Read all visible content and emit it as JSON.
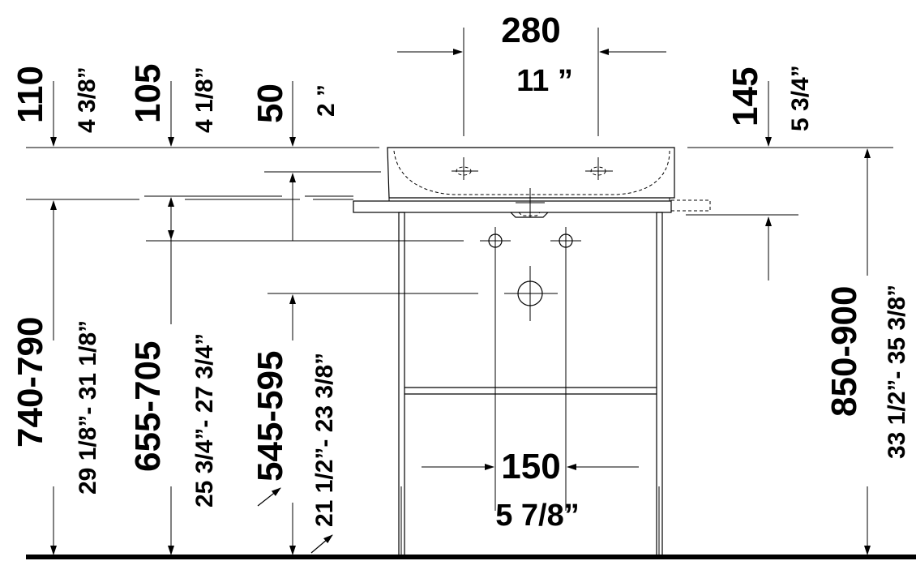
{
  "dimensions": {
    "width_mm": "280",
    "width_in": "11 ”",
    "hole_spacing_mm": "150",
    "hole_spacing_in": "5 7/8”",
    "d110_mm": "110",
    "d110_in": "4 3/8”",
    "d105_mm": "105",
    "d105_in": "4 1/8”",
    "d50_mm": "50",
    "d50_in": "2 ”",
    "d145_mm": "145",
    "d145_in": "5 3/4”",
    "h740_mm": "740-790",
    "h740_in": "29 1/8”- 31 1/8”",
    "h655_mm": "655-705",
    "h655_in": "25 3/4”- 27 3/4”",
    "h545_mm": "545-595",
    "h545_in": "21 1/2”- 23 3/8”",
    "h850_mm": "850-900",
    "h850_in": "33 1/2”- 35 3/8”"
  }
}
